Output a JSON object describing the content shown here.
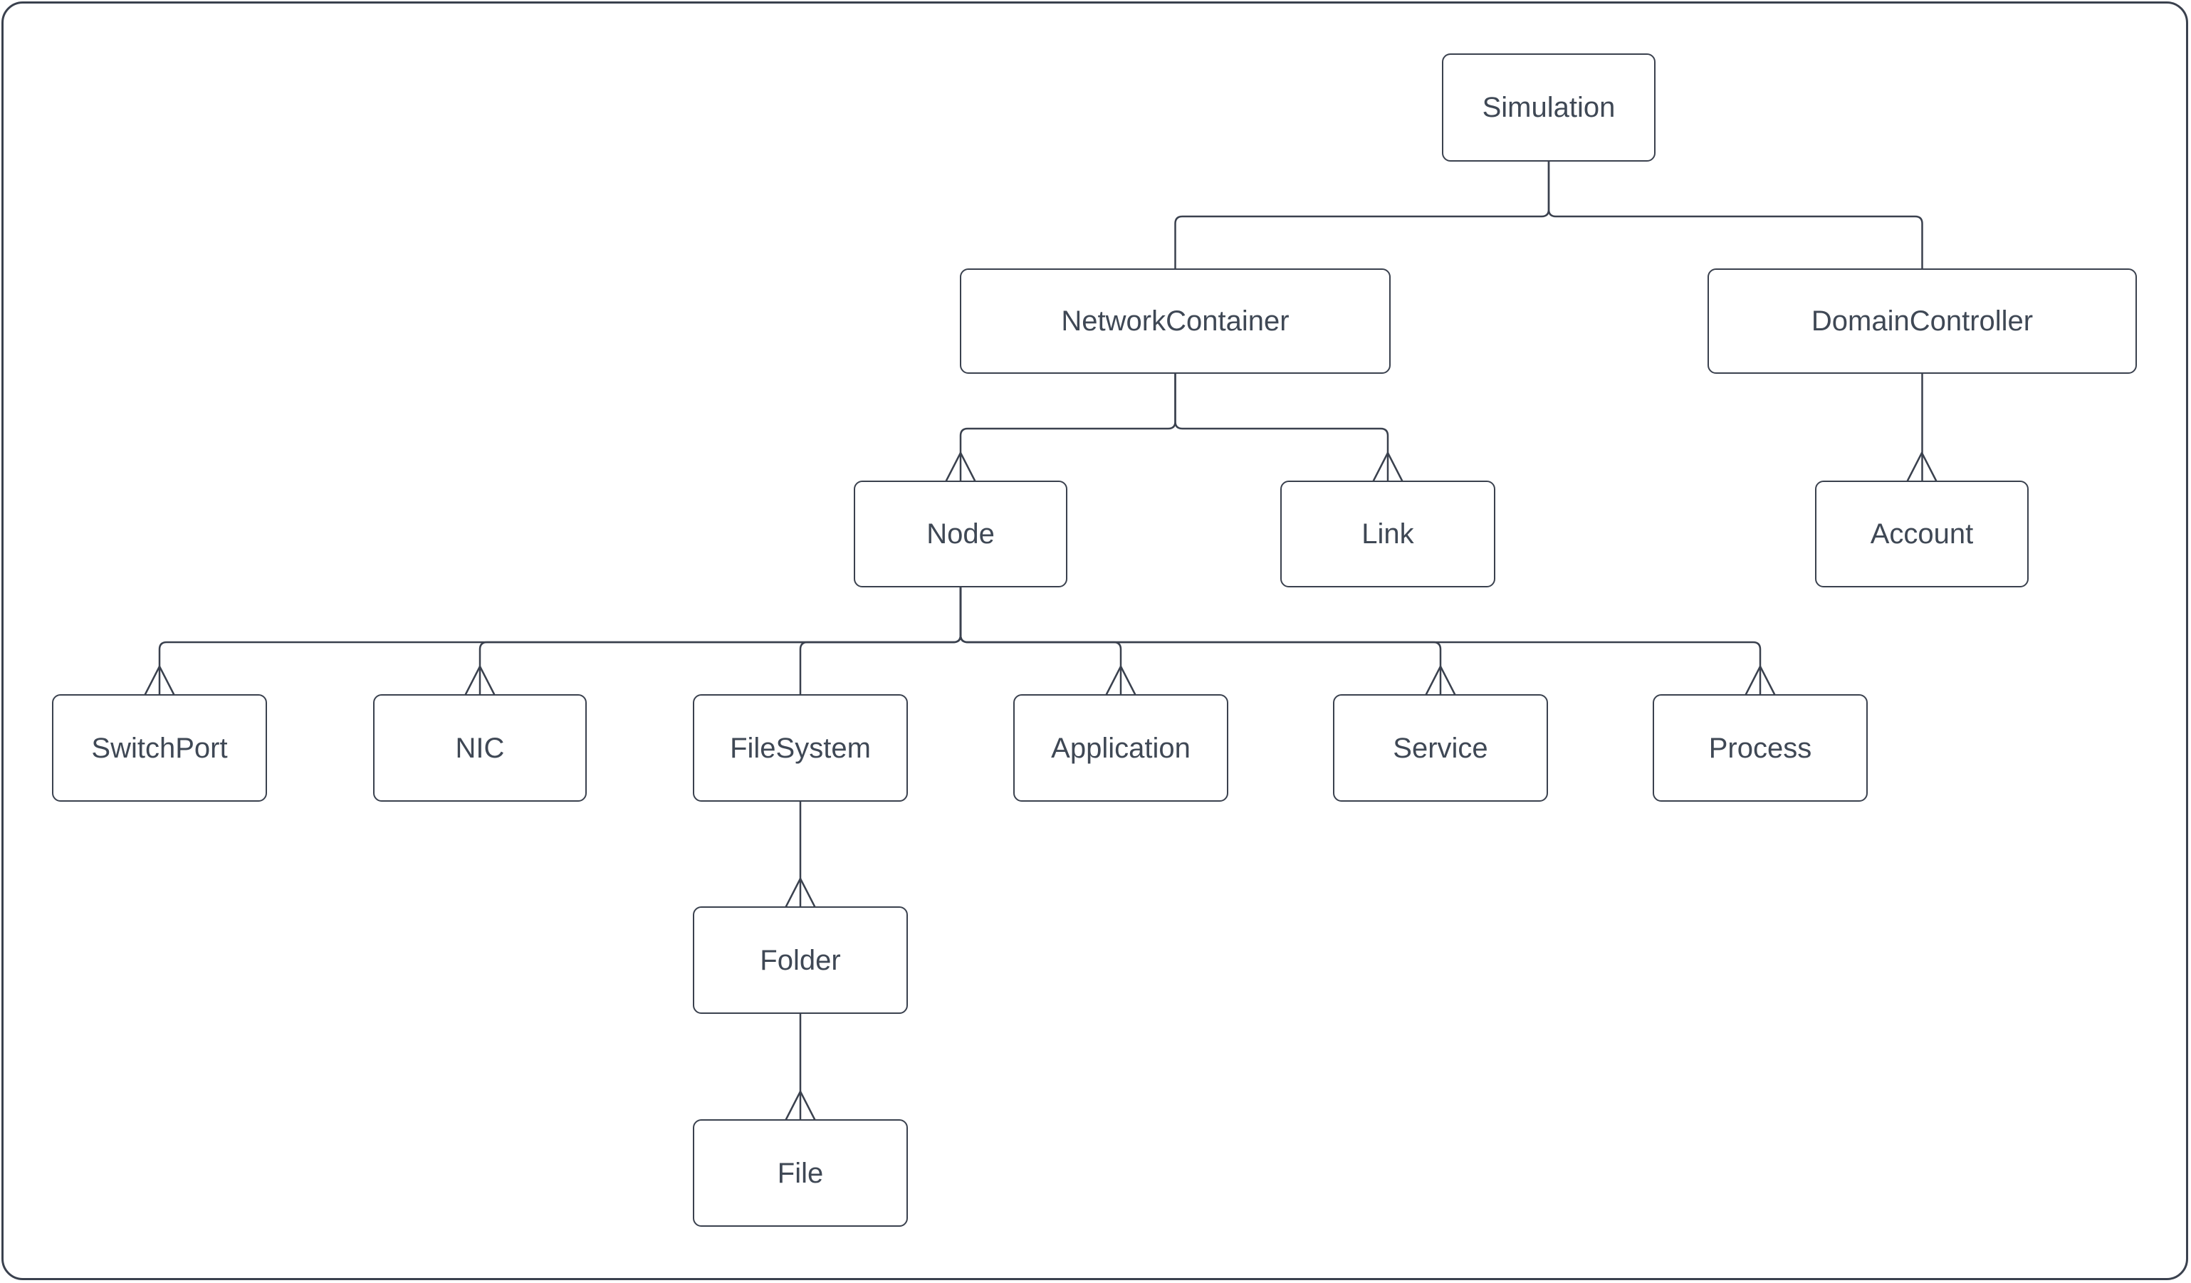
{
  "diagram": {
    "type": "hierarchy-tree",
    "colors": {
      "stroke": "#3a414e",
      "text": "#3f4855",
      "background": "#ffffff"
    },
    "arrow_style": "open-chevron-up",
    "nodes": {
      "simulation": {
        "label": "Simulation"
      },
      "networkcontainer": {
        "label": "NetworkContainer"
      },
      "domaincontroller": {
        "label": "DomainController"
      },
      "node": {
        "label": "Node"
      },
      "link": {
        "label": "Link"
      },
      "account": {
        "label": "Account"
      },
      "switchport": {
        "label": "SwitchPort"
      },
      "nic": {
        "label": "NIC"
      },
      "filesystem": {
        "label": "FileSystem"
      },
      "application": {
        "label": "Application"
      },
      "service": {
        "label": "Service"
      },
      "process": {
        "label": "Process"
      },
      "folder": {
        "label": "Folder"
      },
      "file": {
        "label": "File"
      }
    },
    "edges": [
      {
        "from": "simulation",
        "to": "networkcontainer",
        "arrow": false
      },
      {
        "from": "simulation",
        "to": "domaincontroller",
        "arrow": false
      },
      {
        "from": "networkcontainer",
        "to": "node",
        "arrow": true
      },
      {
        "from": "networkcontainer",
        "to": "link",
        "arrow": true
      },
      {
        "from": "domaincontroller",
        "to": "account",
        "arrow": true
      },
      {
        "from": "node",
        "to": "switchport",
        "arrow": true
      },
      {
        "from": "node",
        "to": "nic",
        "arrow": true
      },
      {
        "from": "node",
        "to": "filesystem",
        "arrow": false
      },
      {
        "from": "node",
        "to": "application",
        "arrow": true
      },
      {
        "from": "node",
        "to": "service",
        "arrow": true
      },
      {
        "from": "node",
        "to": "process",
        "arrow": true
      },
      {
        "from": "filesystem",
        "to": "folder",
        "arrow": true
      },
      {
        "from": "folder",
        "to": "file",
        "arrow": true
      }
    ]
  }
}
